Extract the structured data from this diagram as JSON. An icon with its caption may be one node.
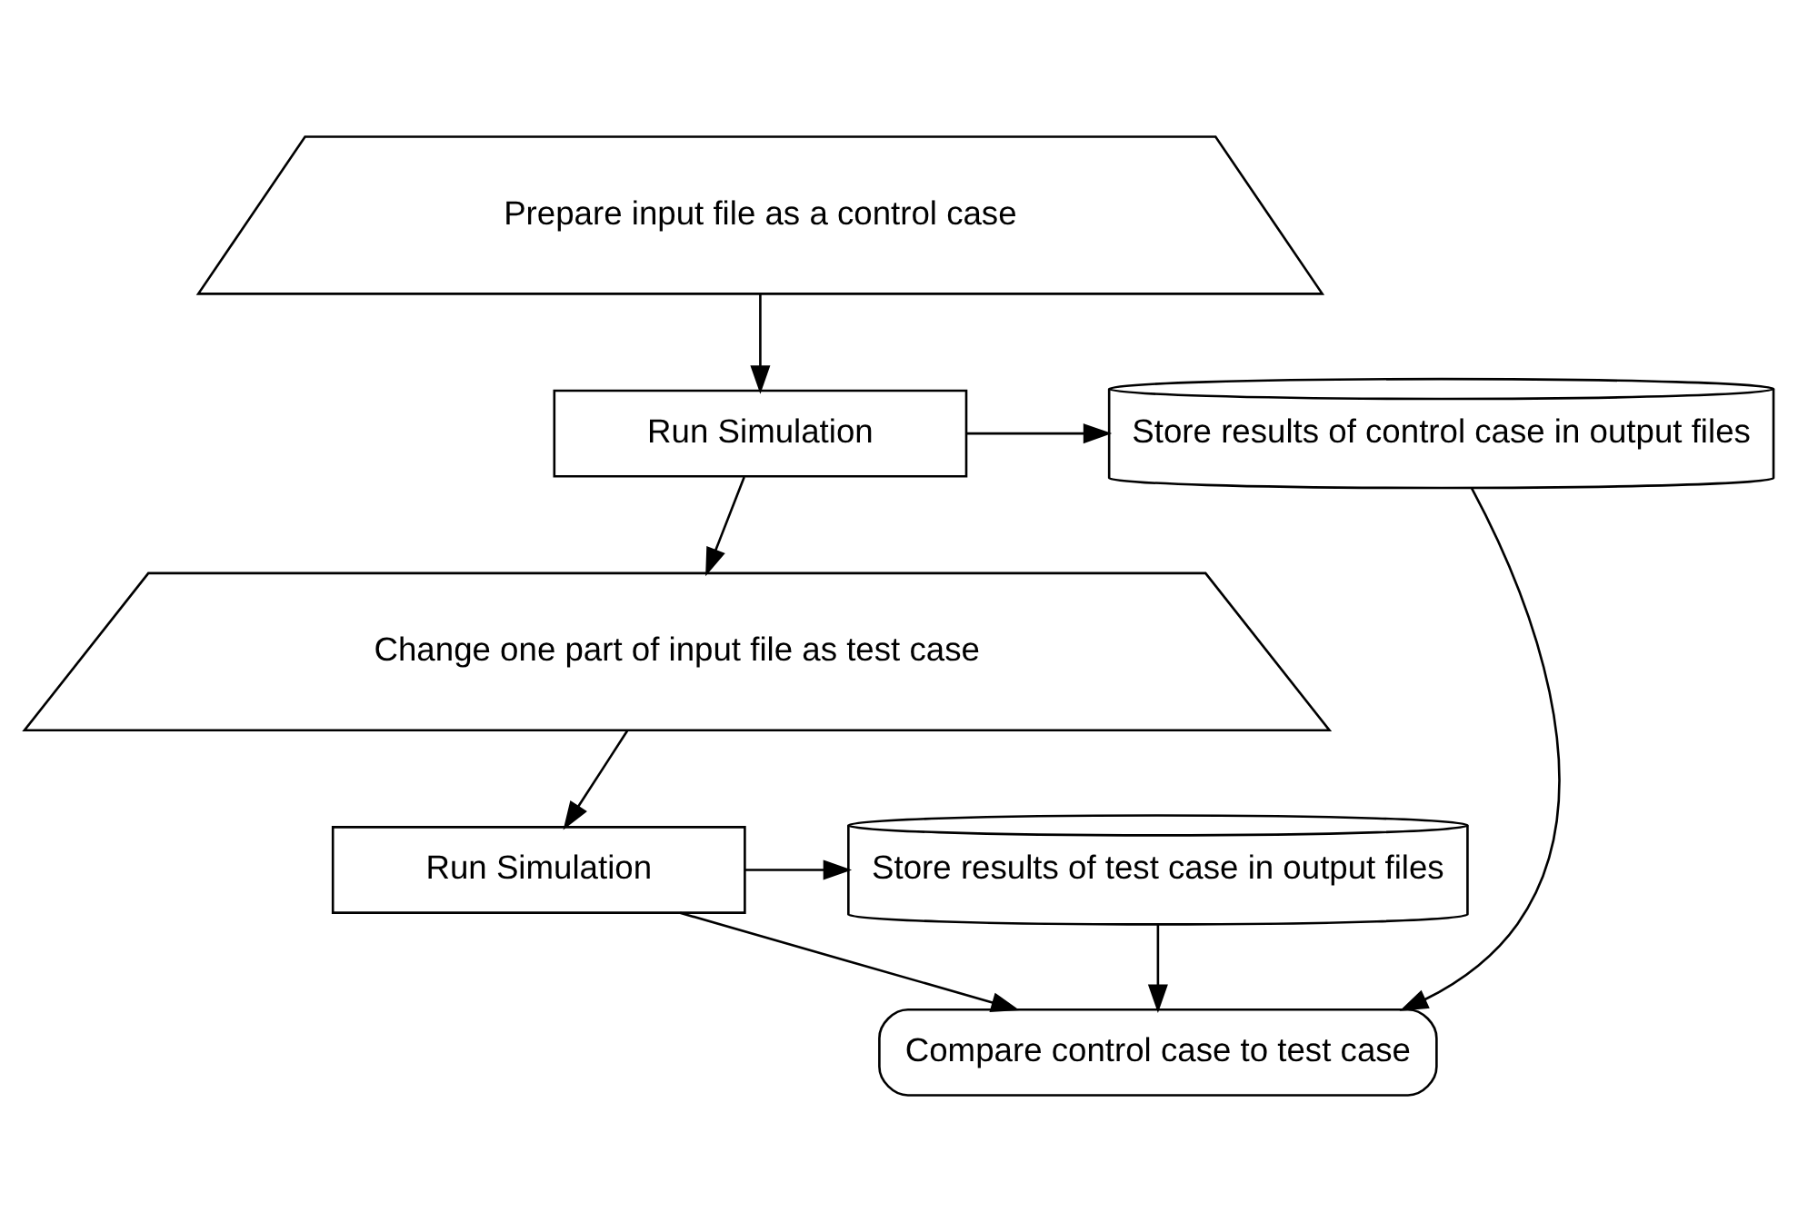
{
  "diagram": {
    "nodes": [
      {
        "text": [
          "Prepare input file as a control case"
        ]
      },
      {
        "text": [
          "Run Simulation"
        ]
      },
      {
        "text": [
          "Store results of control case in output files"
        ]
      },
      {
        "text": [
          "Change one part of input file as test case"
        ]
      },
      {
        "text": [
          "Run Simulation"
        ]
      },
      {
        "text": [
          "Store results of test case in output files"
        ]
      },
      {
        "text": [
          "Compare control case to test case"
        ]
      }
    ],
    "edges": [
      {
        "from": 0,
        "to": 1,
        "arrow": "to"
      },
      {
        "from": 1,
        "to": 2,
        "arrow": "to"
      },
      {
        "from": 1,
        "to": 3,
        "arrow": "to"
      },
      {
        "from": 3,
        "to": 4,
        "arrow": "to"
      },
      {
        "from": 4,
        "to": 5,
        "arrow": "to"
      },
      {
        "from": 4,
        "to": 6,
        "arrow": "to"
      },
      {
        "from": 2,
        "to": 6,
        "arrow": "to"
      },
      {
        "from": 5,
        "to": 6,
        "arrow": "to"
      }
    ]
  }
}
